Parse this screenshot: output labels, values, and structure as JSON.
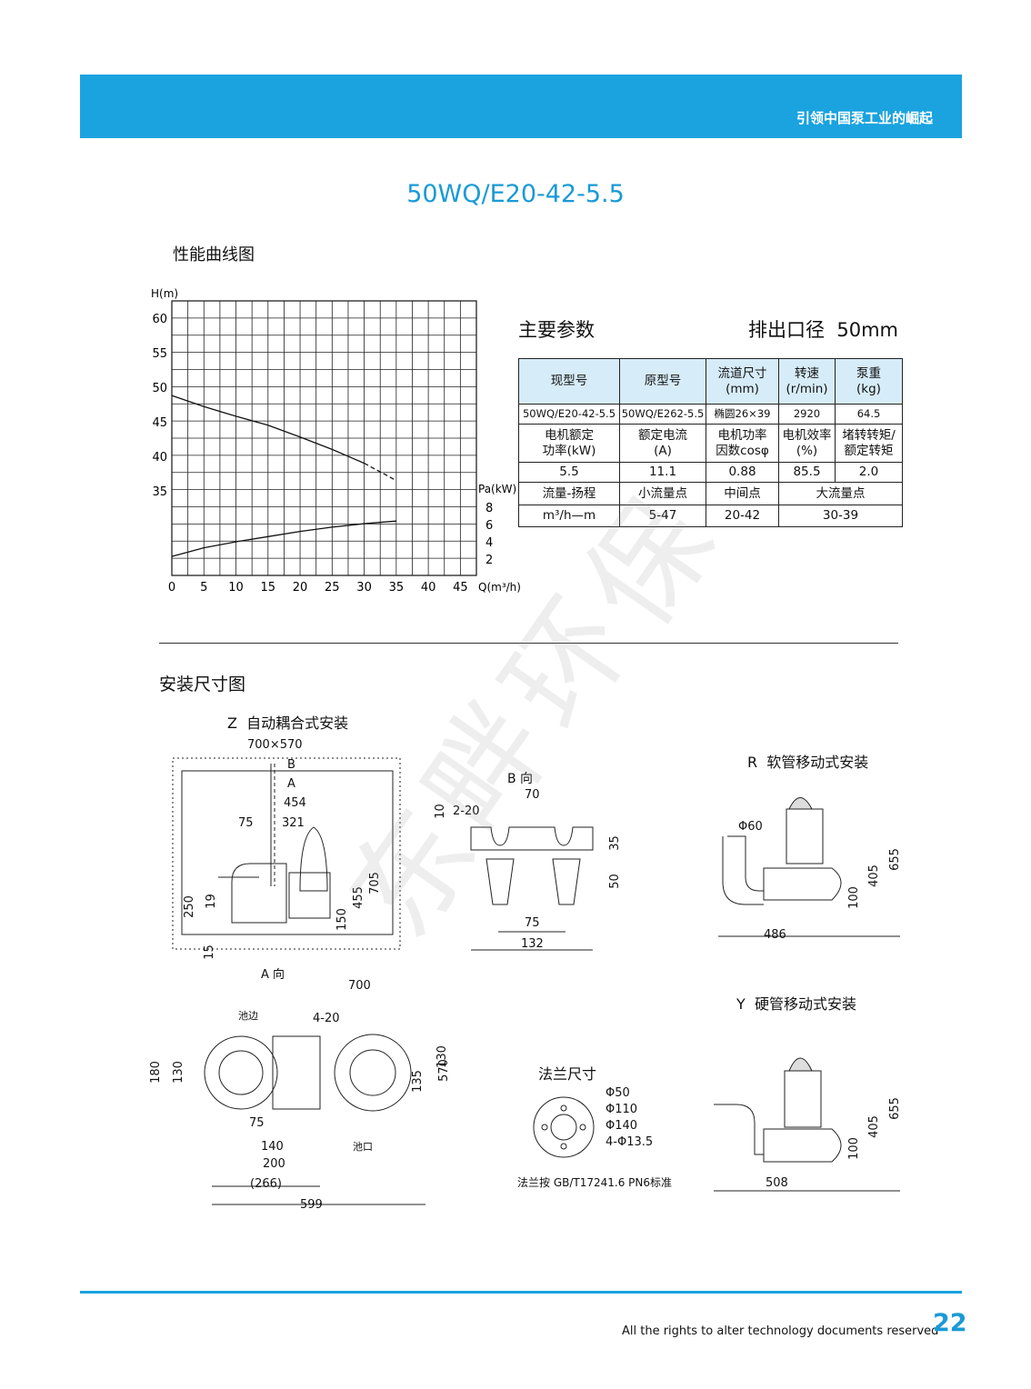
{
  "header": {
    "slogan": "引领中国泵工业的崛起"
  },
  "model_title": "50WQ/E20-42-5.5",
  "performance": {
    "section_title": "性能曲线图",
    "chart_data": {
      "type": "line",
      "xlabel": "Q(m³/h)",
      "ylabel_left": "H(m)",
      "ylabel_right": "Pa(kW)",
      "x_ticks": [
        "0",
        "5",
        "10",
        "15",
        "20",
        "25",
        "30",
        "35",
        "40",
        "45"
      ],
      "y_ticks_head": [
        "35",
        "40",
        "45",
        "50",
        "55",
        "60"
      ],
      "y_ticks_power": [
        "2",
        "4",
        "6",
        "8"
      ],
      "xlim": [
        0,
        47.5
      ],
      "series": [
        {
          "points": [
            [
              0,
              48.8
            ],
            [
              5,
              47.2
            ],
            [
              10,
              45.8
            ],
            [
              15,
              44.5
            ],
            [
              20,
              42.8
            ],
            [
              25,
              41
            ],
            [
              30,
              39
            ],
            [
              35,
              36.5
            ]
          ]
        },
        {
          "points": [
            [
              0,
              2.3
            ],
            [
              5,
              3.3
            ],
            [
              10,
              4
            ],
            [
              15,
              4.6
            ],
            [
              20,
              5.2
            ],
            [
              25,
              5.7
            ],
            [
              30,
              6.1
            ],
            [
              35,
              6.4
            ]
          ]
        }
      ]
    }
  },
  "params": {
    "section_title": "主要参数",
    "outlet": "排出口径  50mm",
    "header_row": [
      "现型号",
      "原型号",
      "流道尺寸\n(mm)",
      "转速\n(r/min)",
      "泵重\n(kg)"
    ],
    "row1": [
      "50WQ/E20-42-5.5",
      "50WQ/E262-5.5",
      "椭圆26×39",
      "2920",
      "64.5"
    ],
    "header_row2": [
      "电机额定\n功率(kW)",
      "额定电流\n(A)",
      "电机功率\n因数cosφ",
      "电机效率\n(%)",
      "堵转转矩/\n额定转矩"
    ],
    "row2": [
      "5.5",
      "11.1",
      "0.88",
      "85.5",
      "2.0"
    ],
    "header_row3": [
      "流量-扬程",
      "小流量点",
      "中间点",
      "大流量点"
    ],
    "row3": [
      "m³/h—m",
      "5-47",
      "20-42",
      "30-39"
    ]
  },
  "installation": {
    "section_title": "安装尺寸图",
    "z_title": "Z  自动耦合式安装",
    "z_dims": [
      "700×570",
      "B",
      "A",
      "454",
      "75",
      "321",
      "250",
      "19",
      "705",
      "455",
      "150",
      "15"
    ],
    "b_title": "B 向",
    "b_dims": [
      "70",
      "10",
      "2-20",
      "35",
      "50",
      "75",
      "132"
    ],
    "a_title": "A 向",
    "a_dims": [
      "700",
      "池边",
      "4-20",
      "180",
      "130",
      "130",
      "135",
      "570",
      "75",
      "140",
      "200",
      "(266)",
      "599",
      "池口"
    ],
    "r_title": "R  软管移动式安装",
    "r_dims": [
      "Φ60",
      "655",
      "405",
      "100",
      "486"
    ],
    "y_title": "Y  硬管移动式安装",
    "y_dims": [
      "655",
      "405",
      "100",
      "508"
    ],
    "flange_title": "法兰尺寸",
    "flange_dims": [
      "Φ50",
      "Φ110",
      "Φ140",
      "4-Φ13.5"
    ],
    "flange_note": "法兰按 GB/T17241.6 PN6标准"
  },
  "watermark": [
    "东",
    "畔",
    "环",
    "保"
  ],
  "footer": {
    "rights": "All the rights to alter technology documents reserved",
    "page": "22"
  }
}
